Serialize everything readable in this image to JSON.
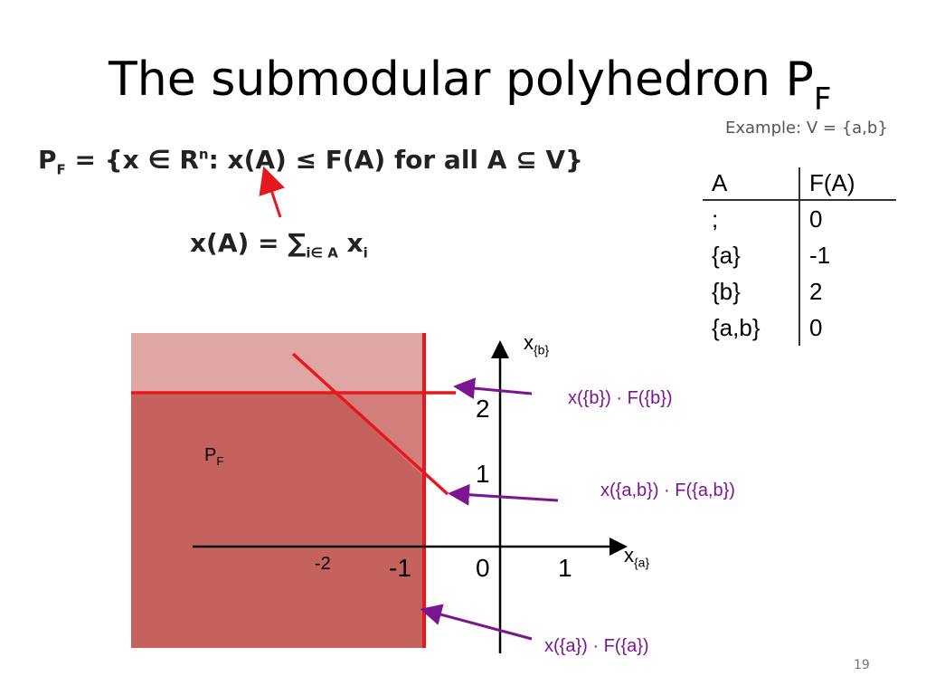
{
  "title": {
    "main": "The submodular polyhedron P",
    "sub": "F"
  },
  "example": "Example: V = {a,b}",
  "definition": {
    "p_main": "P",
    "p_sub": "F",
    "eq_open": " = {x ∈ R",
    "n_sup": "n",
    "condition": ": x(A) ≤ F(A) for all A ⊆ V}",
    "sum_lhs": "x(A) = ∑",
    "sum_sub": "i∈ A",
    "sum_x": " x",
    "sum_i": "i"
  },
  "table": {
    "headers": [
      "A",
      "F(A)"
    ],
    "rows": [
      [
        ";",
        "0"
      ],
      [
        "{a}",
        "-1"
      ],
      [
        "{b}",
        "2"
      ],
      [
        "{a,b}",
        "0"
      ]
    ]
  },
  "axes": {
    "y_label": "x",
    "y_sub": "{b}",
    "x_label": "x",
    "x_sub": "{a}",
    "ticks_x": [
      "-2",
      "-1",
      "0",
      "1"
    ],
    "ticks_y": [
      "2",
      "1"
    ]
  },
  "region_label": {
    "main": "P",
    "sub": "F"
  },
  "annotations": {
    "b": "x({b}) · F({b})",
    "ab": "x({a,b}) · F({a,b})",
    "a": "x({a}) · F({a})"
  },
  "colors": {
    "region": "#c5625e",
    "region_light": "#dfa6a4",
    "constraint": "#e5191d",
    "arrow": "#7b1590"
  },
  "page_number": "19"
}
